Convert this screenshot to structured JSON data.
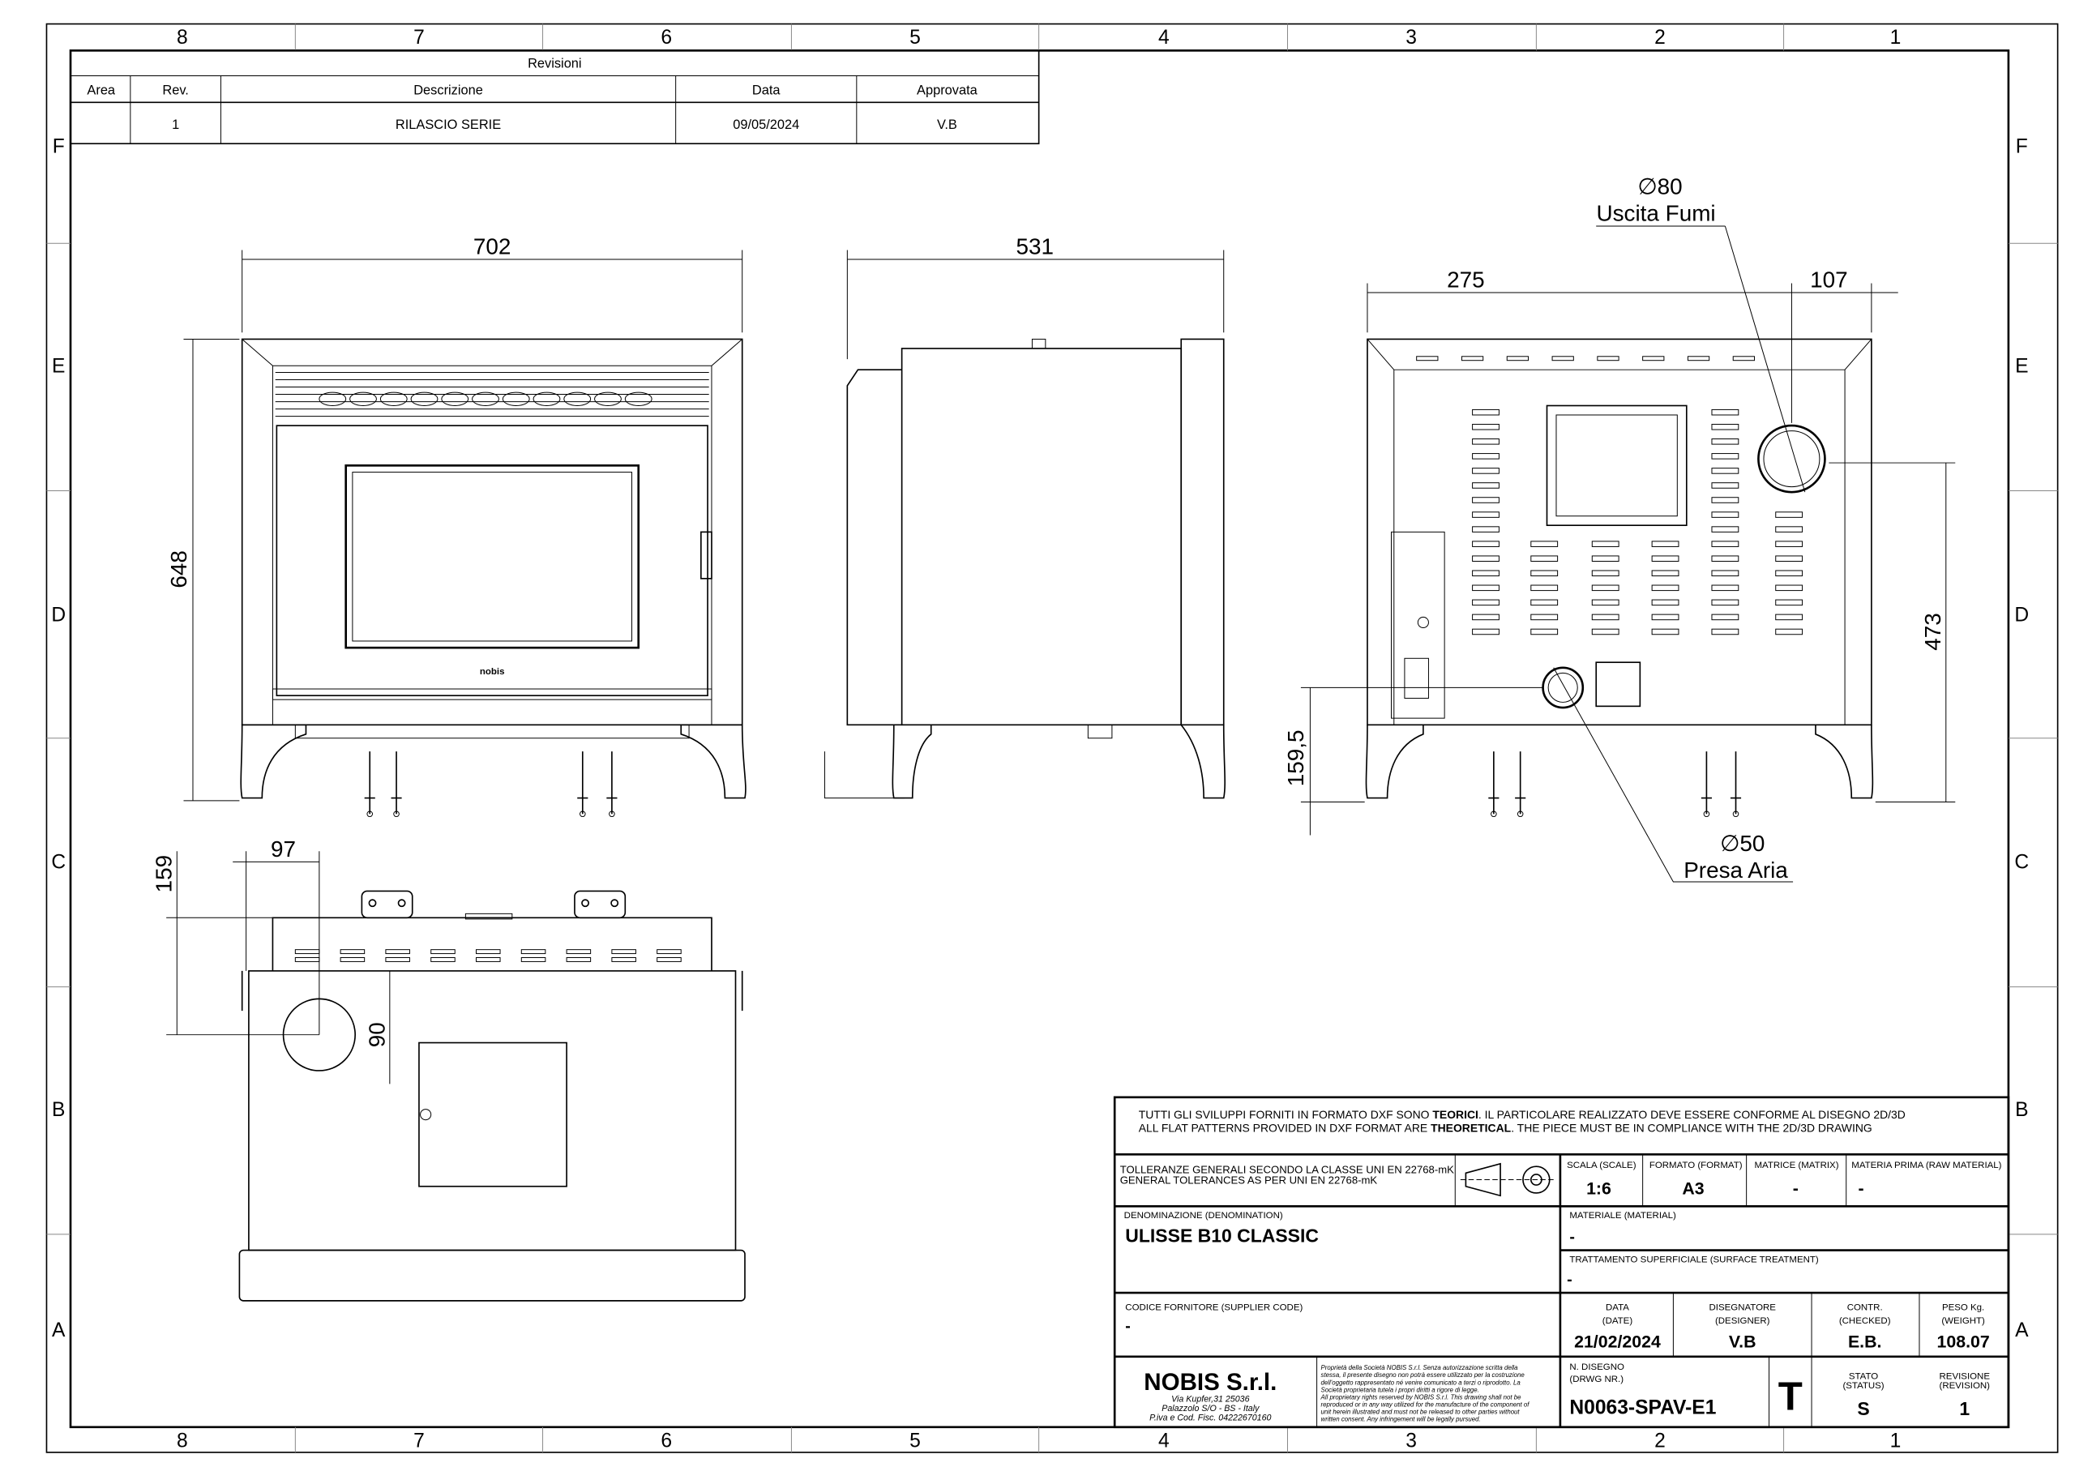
{
  "grid": {
    "columns": [
      "8",
      "7",
      "6",
      "5",
      "4",
      "3",
      "2",
      "1"
    ],
    "rows": [
      "F",
      "E",
      "D",
      "C",
      "B",
      "A"
    ]
  },
  "revisions": {
    "title": "Revisioni",
    "headers": [
      "Area",
      "Rev.",
      "Descrizione",
      "Data",
      "Approvata"
    ],
    "rows": [
      {
        "area": "",
        "rev": "1",
        "description": "RILASCIO SERIE",
        "date": "09/05/2024",
        "approved": "V.B"
      }
    ]
  },
  "views": {
    "front": {
      "width": "702",
      "height": "648",
      "logo": "nobis"
    },
    "side": {
      "depth": "531"
    },
    "back": {
      "dim_left": "275",
      "dim_right": "107",
      "dim_height": "473",
      "dim_low": "159,5",
      "flue_diameter": "∅80",
      "flue_label": "Uscita Fumi",
      "air_diameter": "∅50",
      "air_label": "Presa Aria"
    },
    "top": {
      "dim_x": "97",
      "dim_y": "159",
      "dim_small": "90"
    }
  },
  "title_block": {
    "note_it_pre": "TUTTI GLI SVILUPPI FORNITI IN FORMATO DXF SONO ",
    "note_it_bold": "TEORICI",
    "note_it_post": ". IL PARTICOLARE REALIZZATO DEVE ESSERE CONFORME AL DISEGNO 2D/3D",
    "note_en_pre": "ALL FLAT PATTERNS PROVIDED IN DXF FORMAT ARE ",
    "note_en_bold": "THEORETICAL",
    "note_en_post": ". THE PIECE MUST BE IN COMPLIANCE WITH THE 2D/3D DRAWING",
    "tolerance_it": "TOLLERANZE GENERALI SECONDO LA CLASSE UNI EN 22768-mK",
    "tolerance_en": "GENERAL TOLERANCES AS PER UNI EN 22768-mK",
    "scale_label": "SCALA (SCALE)",
    "scale": "1:6",
    "format_label": "FORMATO (FORMAT)",
    "format": "A3",
    "matrix_label": "MATRICE (MATRIX)",
    "matrix": "-",
    "raw_material_label": "MATERIA PRIMA (RAW MATERIAL)",
    "raw_material": "-",
    "denomination_label": "DENOMINAZIONE  (DENOMINATION)",
    "denomination": "ULISSE B10 CLASSIC",
    "material_label": "MATERIALE  (MATERIAL)",
    "material": "-",
    "treatment_label": "TRATTAMENTO SUPERFICIALE (SURFACE TREATMENT)",
    "treatment": "-",
    "supplier_label": "CODICE FORNITORE    (SUPPLIER CODE)",
    "supplier": "-",
    "date_label1": "DATA",
    "date_label2": "(DATE)",
    "date": "21/02/2024",
    "designer_label1": "DISEGNATORE",
    "designer_label2": "(DESIGNER)",
    "designer": "V.B",
    "checked_label1": "CONTR.",
    "checked_label2": "(CHECKED)",
    "checked": "E.B.",
    "weight_label1": "PESO Kg.",
    "weight_label2": "(WEIGHT)",
    "weight": "108.07",
    "company": "NOBIS S.r.l.",
    "address1": "Via Kupfer,31 25036",
    "address2": "Palazzolo S/O - BS - Italy",
    "address3": "P.iva e Cod. Fisc. 04222670160",
    "legal": [
      "Proprietà della Società NOBIS S.r.l. Senza autorizzazione scritta della",
      "stessa, il presente disegno non potrà essere utilizzato per la costruzione",
      "dell'oggetto rappresentato né venire comunicato a terzi o riprodotto. La",
      "Società proprietaria tutela i propri diritti a rigore di legge.",
      "All proprietary rights reserved by NOBIS S.r.l. This drawing shall not be",
      "reproduced or in any way utilized for the manufacture of the component of",
      "unit herein illustrated and must not be released to other parties without",
      "written consent. Any infringement will be legally pursued."
    ],
    "drawing_no_label1": "N. DISEGNO",
    "drawing_no_label2": "(DRWG NR.)",
    "drawing_no": "N0063-SPAV-E1",
    "type_letter": "T",
    "status_label1": "STATO",
    "status_label2": "(STATUS)",
    "status": "S",
    "revision_label1": "REVISIONE",
    "revision_label2": "(REVISION)",
    "revision": "1"
  }
}
